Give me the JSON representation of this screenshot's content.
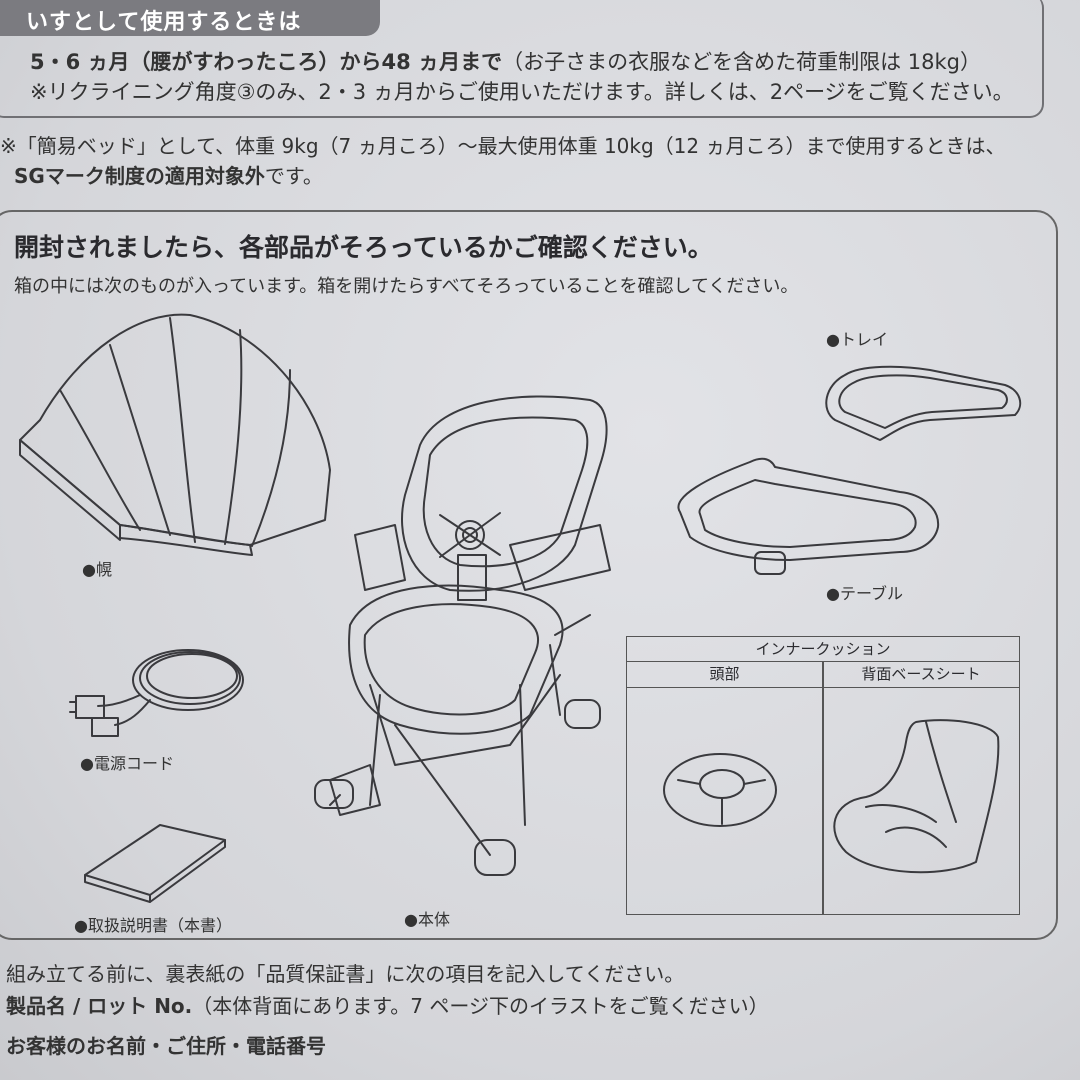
{
  "top": {
    "tab_title": "いすとして使用するときは",
    "line1_bold": "5・6 ヵ月（腰がすわったころ）から48 ヵ月まで",
    "line1_rest": "（お子さまの衣服などを含めた荷重制限は 18kg）",
    "line2": "※リクライニング角度③のみ、2・3 ヵ月からご使用いただけます。詳しくは、2ページをご覧ください。"
  },
  "note": {
    "line1": "※「簡易ベッド」として、体重 9kg（7 ヵ月ころ）〜最大使用体重 10kg（12 ヵ月ころ）まで使用するときは、",
    "line2_bold": "SGマーク制度の適用対象外",
    "line2_rest": "です。"
  },
  "parts": {
    "heading": "開封されましたら、各部品がそろっているかご確認ください。",
    "description": "箱の中には次のものが入っています。箱を開けたらすべてそろっていることを確認してください。",
    "items": {
      "hood": "●幌",
      "tray": "●トレイ",
      "table": "●テーブル",
      "power_cord": "●電源コード",
      "manual": "●取扱説明書（本書）",
      "body": "●本体"
    },
    "inner_cushion": {
      "title": "インナークッション",
      "head": "頭部",
      "back_seat": "背面ベースシート"
    }
  },
  "bottom": {
    "line1": "組み立てる前に、裏表紙の「品質保証書」に次の項目を記入してください。",
    "line2_bold": "製品名 / ロット No.",
    "line2_rest": "（本体背面にあります。7 ページ下のイラストをご覧ください）",
    "line3": "お客様のお名前・ご住所・電話番号"
  }
}
